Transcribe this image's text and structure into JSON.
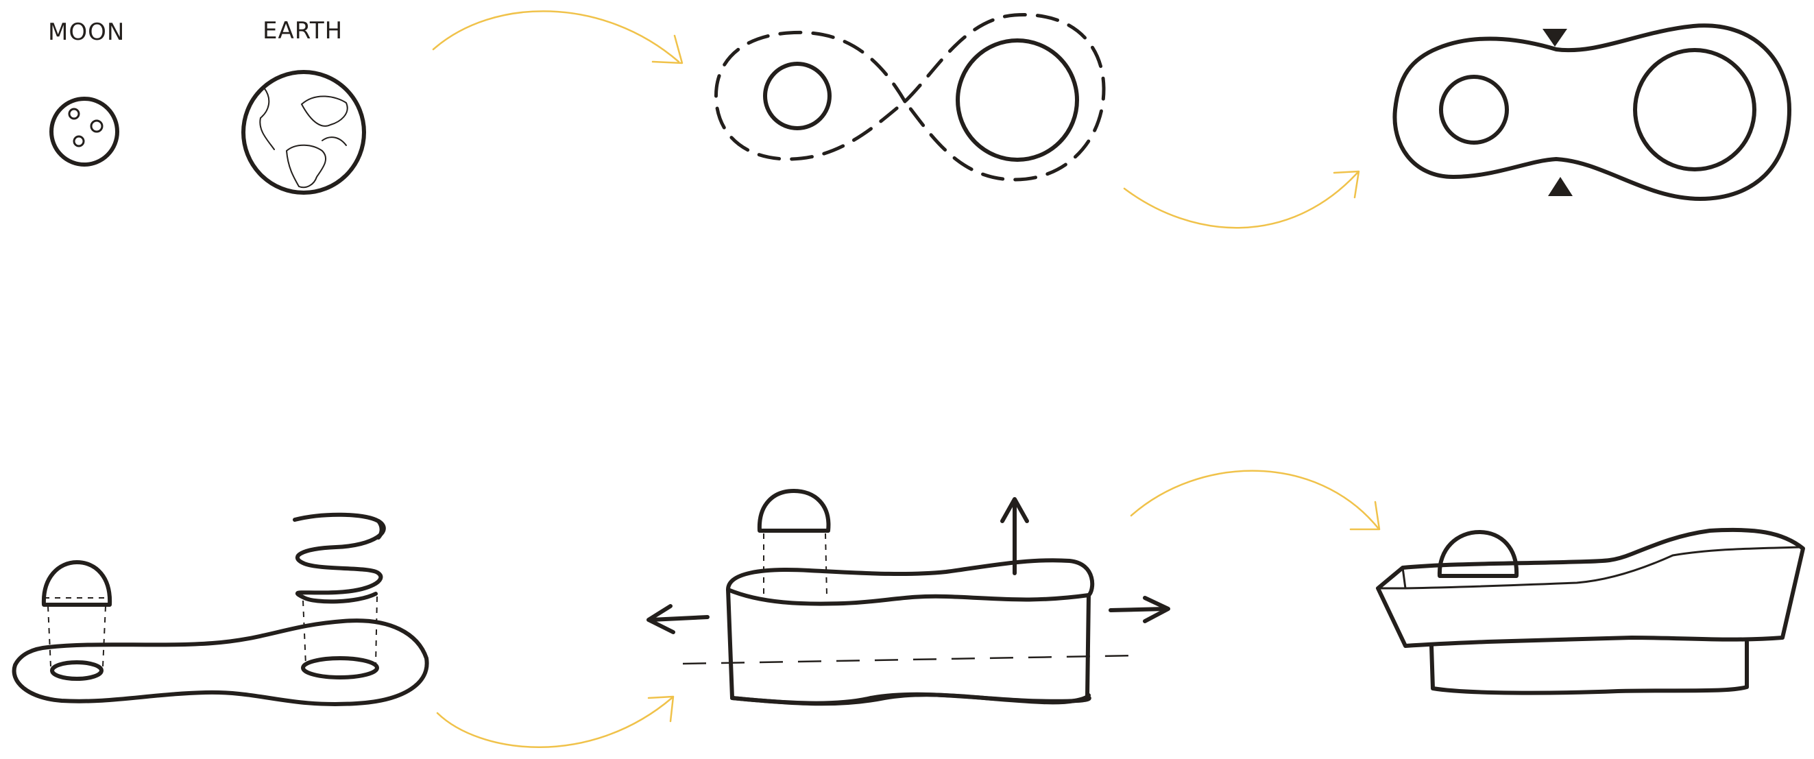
{
  "labels": {
    "moon": "MOON",
    "earth": "EARTH"
  },
  "colors": {
    "ink": "#231f1c",
    "arrow_accent": "#f0c24a",
    "background": "#ffffff"
  },
  "steps": [
    {
      "id": "moon-and-earth",
      "description_icons": [
        "moon-icon",
        "earth-icon"
      ]
    },
    {
      "id": "figure-eight-orbit",
      "description_icons": [
        "dashed-orbit-icon"
      ]
    },
    {
      "id": "flat-outline",
      "description_icons": [
        "outline-icon",
        "pinch-markers"
      ]
    },
    {
      "id": "base-with-parts",
      "description_icons": [
        "dome-icon",
        "spring-icon"
      ]
    },
    {
      "id": "extruded-block",
      "description_icons": [
        "extrude-arrow",
        "stretch-arrows"
      ]
    },
    {
      "id": "final-object",
      "description_icons": [
        "finished-object-icon"
      ]
    }
  ]
}
